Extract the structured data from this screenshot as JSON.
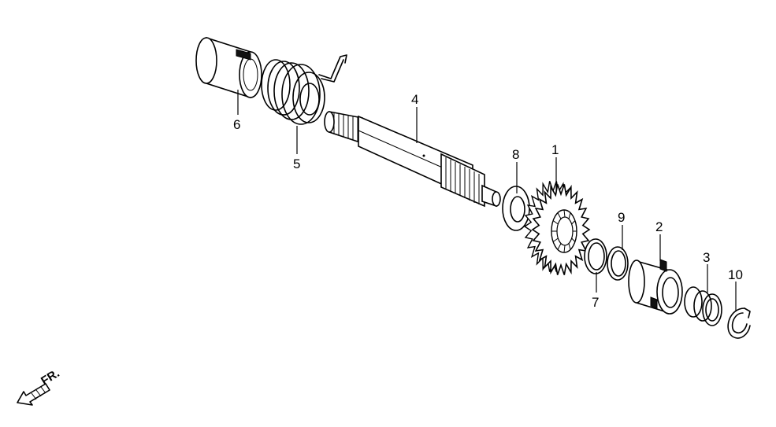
{
  "diagram": {
    "callouts": [
      {
        "id": "1",
        "label": "1"
      },
      {
        "id": "2",
        "label": "2"
      },
      {
        "id": "3",
        "label": "3"
      },
      {
        "id": "4",
        "label": "4"
      },
      {
        "id": "5",
        "label": "5"
      },
      {
        "id": "6",
        "label": "6"
      },
      {
        "id": "7",
        "label": "7"
      },
      {
        "id": "8",
        "label": "8"
      },
      {
        "id": "9",
        "label": "9"
      },
      {
        "id": "10",
        "label": "10"
      }
    ],
    "direction_label": "FR."
  }
}
